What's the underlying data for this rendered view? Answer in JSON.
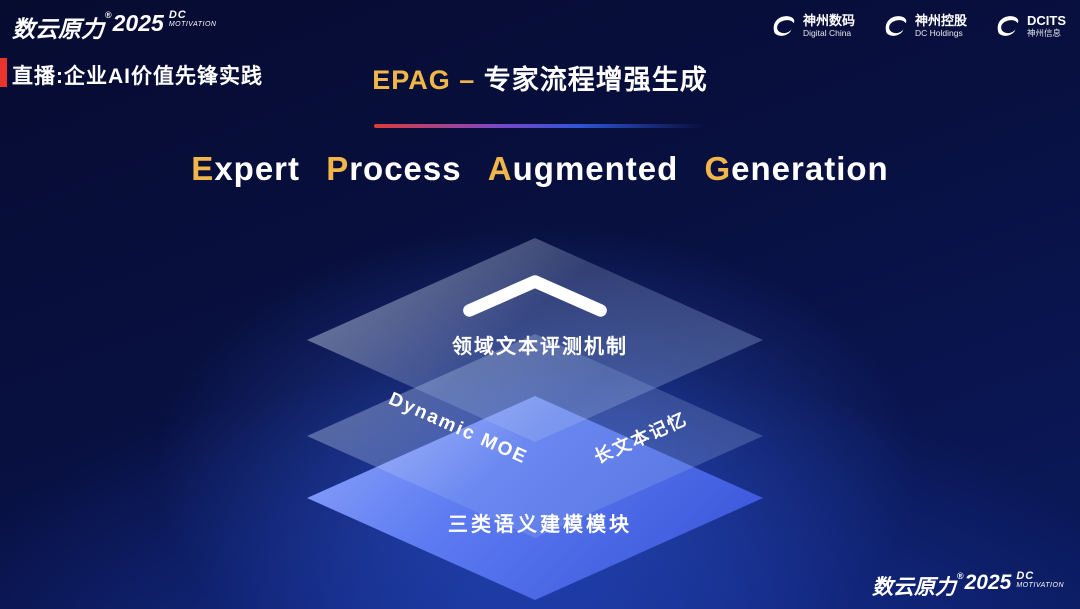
{
  "brand": {
    "name": "数云原力",
    "reg": "®",
    "year": "2025",
    "sub_top": "DC",
    "sub_bottom": "MOTIVATION"
  },
  "header": {
    "live_label": "直播:企业AI价值先锋实践",
    "epag_accent": "EPAG –",
    "epag_rest": " 专家流程增强生成",
    "logos": [
      {
        "name": "神州数码",
        "sub": "Digital China"
      },
      {
        "name": "神州控股",
        "sub": "DC Holdings"
      },
      {
        "name": "DCITS",
        "sub": "神州信息"
      }
    ]
  },
  "main": {
    "title_words": [
      {
        "a": "E",
        "r": "xpert"
      },
      {
        "a": "P",
        "r": "rocess"
      },
      {
        "a": "A",
        "r": "ugmented"
      },
      {
        "a": "G",
        "r": "eneration"
      }
    ],
    "stack": {
      "top_label": "领域文本评测机制",
      "middle_left_label": "Dynamic MOE",
      "middle_right_label": "长文本记忆",
      "bottom_label": "三类语义建模模块"
    }
  },
  "colors": {
    "accent_gold": "#f0b64a",
    "live_red": "#e8332e",
    "layer_blue": "#4a66e8",
    "background_navy": "#0a1150",
    "text_white": "#ffffff"
  }
}
